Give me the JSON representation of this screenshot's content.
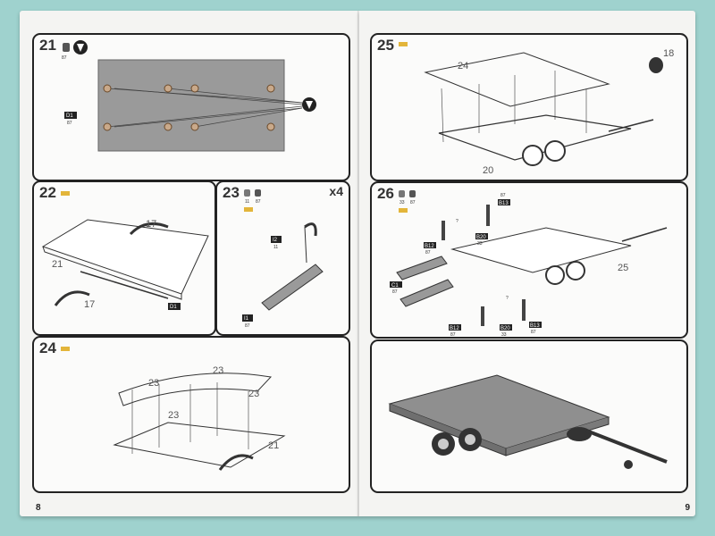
{
  "left_page": {
    "page_number": "8",
    "step21": {
      "number": "21",
      "paint_code": "87",
      "part_label": "D1",
      "part_paint": "87"
    },
    "step22": {
      "number": "22",
      "part_a": "17",
      "part_b": "21",
      "part_c": "17",
      "part_d": "D1"
    },
    "step23": {
      "number": "23",
      "multiplier": "x4",
      "paint_a": "11",
      "paint_b": "87",
      "part_top": "I2",
      "part_top_paint": "11",
      "part_bottom": "I1",
      "part_bottom_paint": "87"
    },
    "step24": {
      "number": "24",
      "part_a": "23",
      "part_b": "23",
      "part_c": "23",
      "part_d": "23",
      "part_e": "21"
    }
  },
  "right_page": {
    "page_number": "9",
    "step25": {
      "number": "25",
      "part_a": "24",
      "part_b": "18",
      "part_c": "20"
    },
    "step26": {
      "number": "26",
      "paint_a": "33",
      "paint_b": "87",
      "part_a": "B13",
      "part_a_paint": "87",
      "part_b": "B20",
      "part_b_paint": "33",
      "part_c": "B12",
      "part_c_paint": "87",
      "part_d": "C1",
      "part_d_paint": "87",
      "part_e": "B20",
      "part_e_paint": "33",
      "part_f": "B12",
      "part_f_paint": "87",
      "part_g": "B13",
      "part_g_paint": "87",
      "part_h": "25",
      "question": "?"
    }
  }
}
